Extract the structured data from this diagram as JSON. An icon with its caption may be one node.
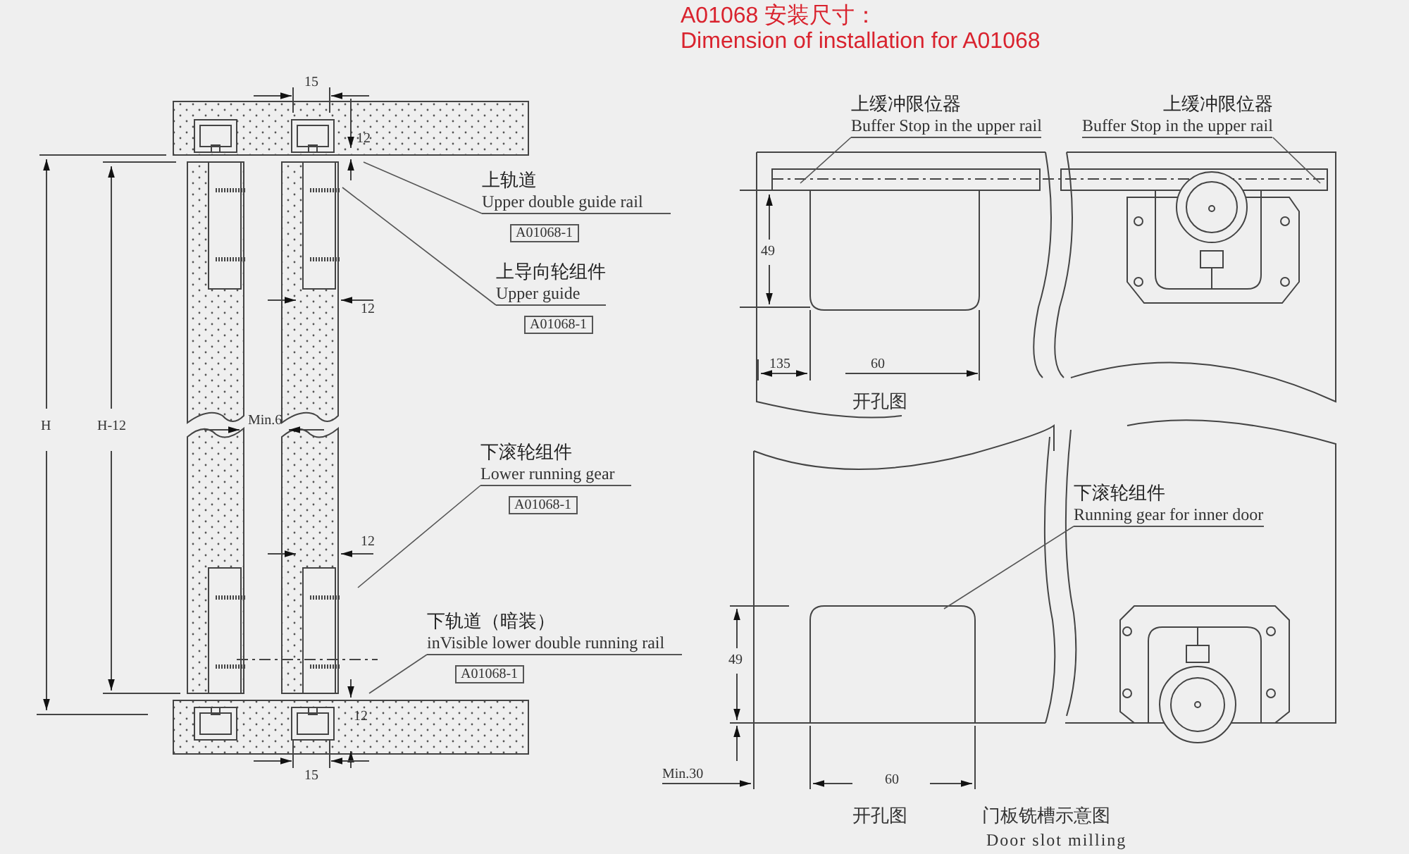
{
  "diagram": {
    "title": "A01068 安装尺寸：",
    "nodes": [
      {
        "text": [
          "上轨道",
          "Upper double guide rail",
          "A01068-1"
        ]
      },
      {
        "text": [
          "上导向轮组件",
          "Upper guide",
          "A01068-1"
        ]
      },
      {
        "text": [
          "下滚轮组件",
          "Lower running gear",
          "A01068-1"
        ]
      },
      {
        "text": [
          "下轨道（暗装）",
          "inVisible lower double running rail",
          "A01068-1"
        ]
      },
      {
        "text": [
          "上缓冲限位器",
          "Buffer Stop in the upper rail"
        ]
      },
      {
        "text": [
          "上缓冲限位器",
          "Buffer Stop in the upper rail"
        ]
      },
      {
        "text": [
          "下滚轮组件",
          "Running gear for inner door"
        ]
      }
    ],
    "edges": [
      {
        "from": 0,
        "to": null,
        "arrow": "none"
      },
      {
        "from": 1,
        "to": null,
        "arrow": "none"
      },
      {
        "from": 2,
        "to": null,
        "arrow": "none"
      },
      {
        "from": 3,
        "to": null,
        "arrow": "none"
      },
      {
        "from": 4,
        "to": null,
        "arrow": "none"
      },
      {
        "from": 5,
        "to": null,
        "arrow": "none"
      },
      {
        "from": 6,
        "to": null,
        "arrow": "none"
      }
    ],
    "labels": [
      "Dimension of installation for A01068",
      "15",
      "12",
      "12",
      "H",
      "H-12",
      "Min.6",
      "12",
      "12",
      "15",
      "49",
      "135",
      "60",
      "开孔图",
      "49",
      "Min.30",
      "60",
      "开孔图",
      "门板铣槽示意图",
      "Door slot milling"
    ]
  }
}
